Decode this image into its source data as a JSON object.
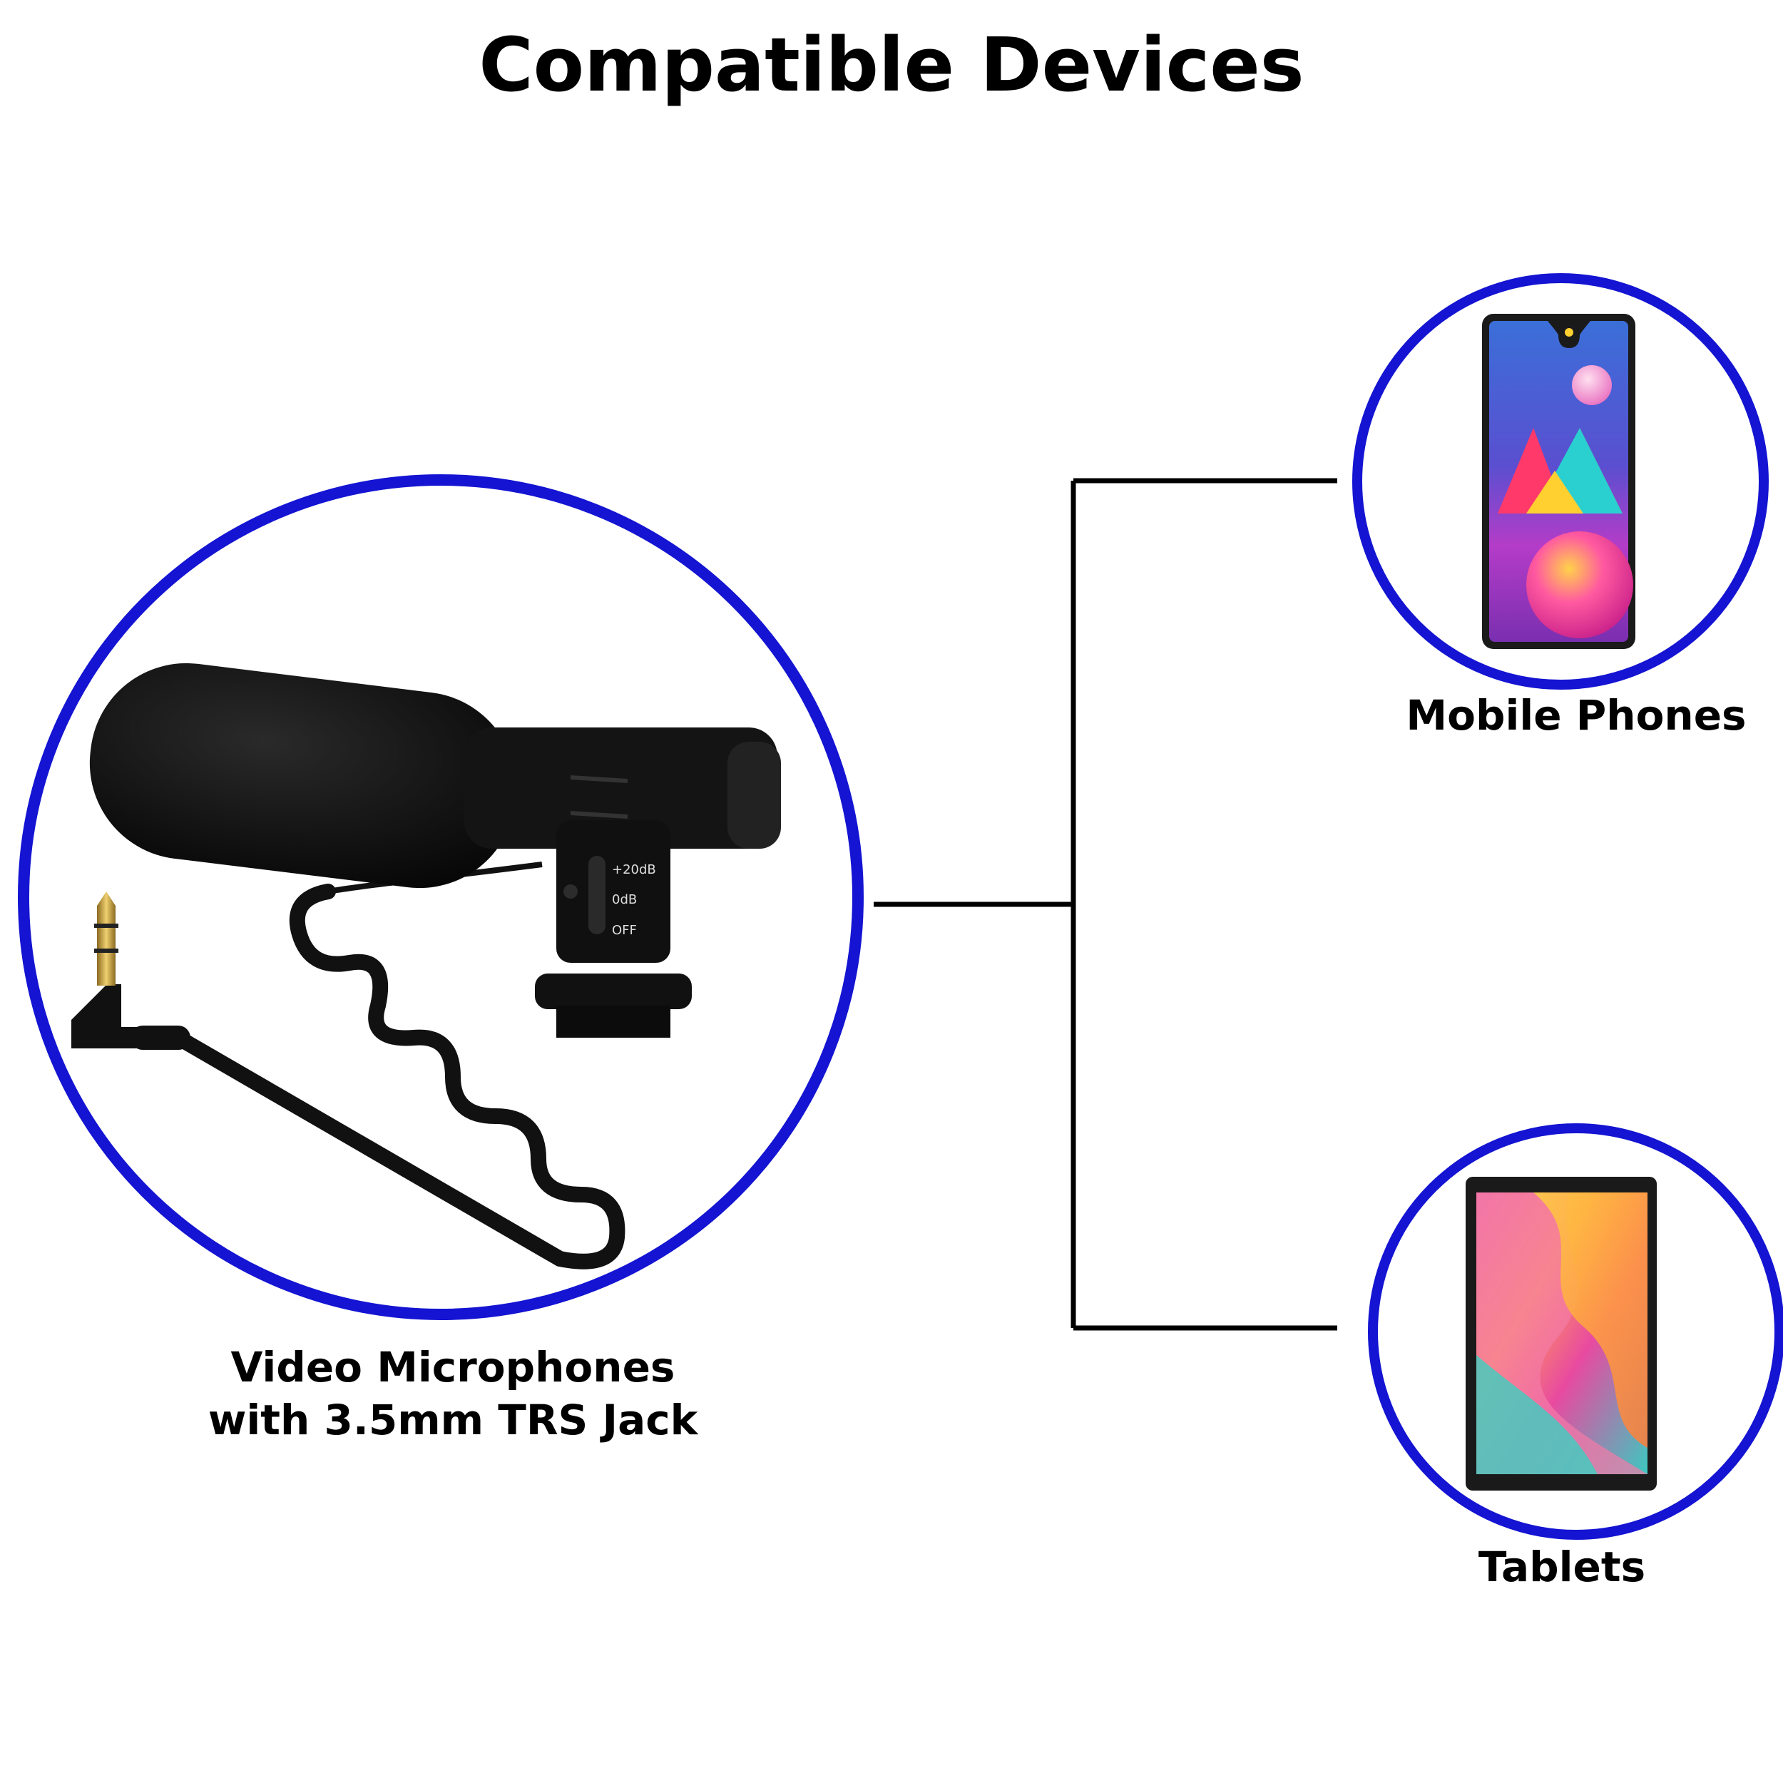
{
  "title": "Compatible Devices",
  "source": {
    "label_line1": "Video Microphones",
    "label_line2": "with 3.5mm TRS Jack",
    "switch_labels": [
      "+20dB",
      "0dB",
      "OFF"
    ]
  },
  "targets": [
    {
      "label": "Mobile Phones"
    },
    {
      "label": "Tablets"
    }
  ],
  "colors": {
    "circle_border": "#1414d2",
    "connector": "#000000",
    "background": "#ffffff"
  }
}
